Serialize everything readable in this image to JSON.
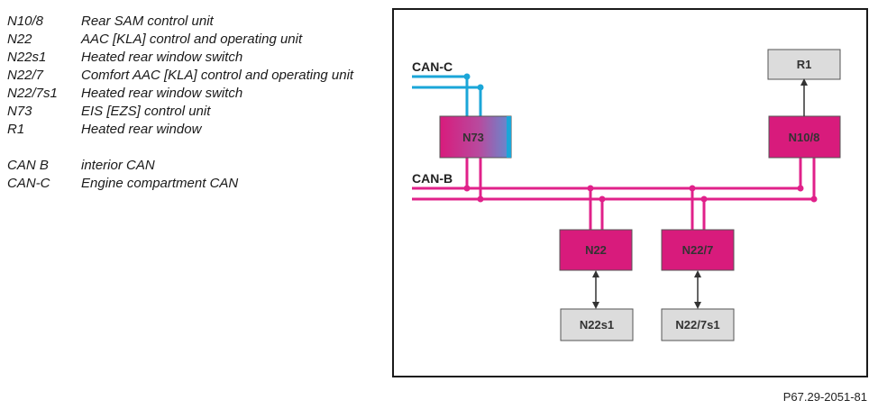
{
  "legend": {
    "items": [
      {
        "code": "N10/8",
        "desc": "Rear SAM control unit"
      },
      {
        "code": "N22",
        "desc": "AAC [KLA] control and operating unit"
      },
      {
        "code": "N22s1",
        "desc": "Heated rear window switch"
      },
      {
        "code": "N22/7",
        "desc": "Comfort AAC [KLA] control and operating unit"
      },
      {
        "code": "N22/7s1",
        "desc": "Heated rear window switch"
      },
      {
        "code": "N73",
        "desc": "EIS [EZS] control unit"
      },
      {
        "code": "R1",
        "desc": "Heated rear window"
      }
    ],
    "bus_items": [
      {
        "code": "CAN B",
        "desc": "interior CAN"
      },
      {
        "code": "CAN-C",
        "desc": "Engine compartment CAN"
      }
    ]
  },
  "diagram": {
    "bus_labels": {
      "can_c": "CAN-C",
      "can_b": "CAN-B"
    },
    "boxes": {
      "n73": "N73",
      "n10_8": "N10/8",
      "r1": "R1",
      "n22": "N22",
      "n22_7": "N22/7",
      "n22s1": "N22s1",
      "n22_7s1": "N22/7s1"
    },
    "colors": {
      "can_b": "#e0218a",
      "can_c": "#1ba6d8",
      "control_unit": "#d81b7c",
      "peripheral": "#dcdcdc"
    }
  },
  "footer": {
    "code": "P67.29-2051-81"
  }
}
